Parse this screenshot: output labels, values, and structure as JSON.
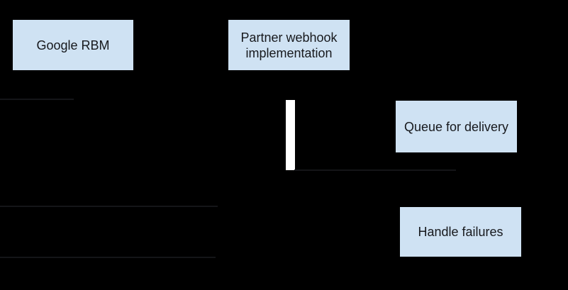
{
  "diagram": {
    "type": "sequence-diagram",
    "colors": {
      "background": "#000000",
      "node_fill": "#cfe2f3",
      "node_text": "#17191d",
      "activation_bar": "#ffffff",
      "faint_line": "#141518"
    },
    "nodes": [
      {
        "id": "google-rbm",
        "label": "Google RBM"
      },
      {
        "id": "partner-webhook",
        "label": "Partner webhook implementation"
      },
      {
        "id": "queue-for-delivery",
        "label": "Queue for delivery"
      },
      {
        "id": "handle-failures",
        "label": "Handle failures"
      }
    ]
  }
}
